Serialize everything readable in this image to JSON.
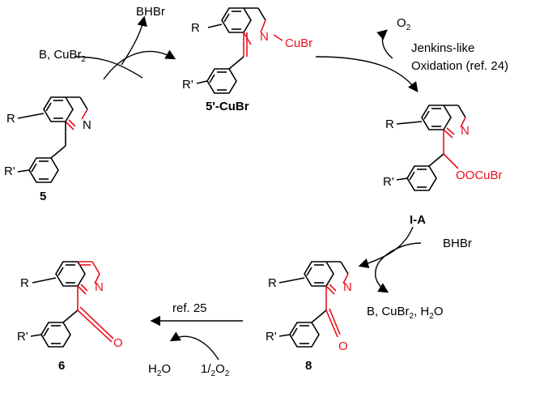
{
  "colors": {
    "black": "#000000",
    "red": "#e8101e"
  },
  "compounds": {
    "c5": "5",
    "c5cu": "5'-CuBr",
    "cIA": "I-A",
    "c8": "8",
    "c6": "6"
  },
  "substituents": {
    "R": "R",
    "Rp": "R'"
  },
  "atoms": {
    "N": "N",
    "O": "O",
    "CuBr": "CuBr",
    "OOCuBr": "OOCuBr"
  },
  "reagents": {
    "bhbr_top": "BHBr",
    "b_cubr2_prefix": "B, CuBr",
    "b_cubr2_sub": "2",
    "o2_prefix": "O",
    "o2_sub": "2",
    "jenkins1": "Jenkins-like",
    "jenkins2": "Oxidation (ref. 24)",
    "bhbr_right": "BHBr",
    "products_prefix": "B, CuBr",
    "products_sub1": "2",
    "products_mid": ", H",
    "products_sub2": "2",
    "products_suffix": "O",
    "ref25": "ref. 25",
    "h2o_h": "H",
    "h2o_sub": "2",
    "h2o_o": "O",
    "half": "1/",
    "half_sub": "2",
    "half_o": "O",
    "half_sub2": "2"
  }
}
